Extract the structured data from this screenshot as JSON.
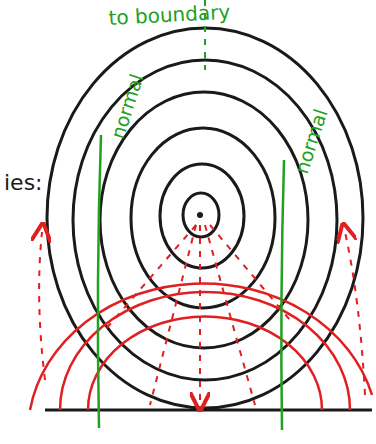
{
  "diagram": {
    "labels": [
      "to boundary",
      "ies:",
      "normal",
      "normal"
    ]
  }
}
